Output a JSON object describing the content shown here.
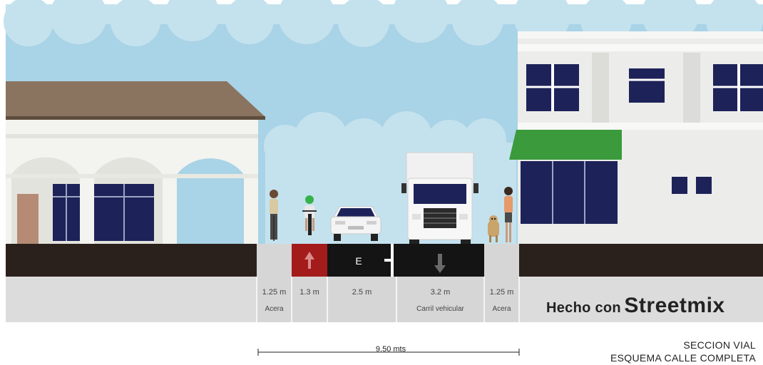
{
  "segments": [
    {
      "width": "1.25 m",
      "label": "Acera",
      "surface": "sidewalk"
    },
    {
      "width": "1.3 m",
      "label": "",
      "surface": "bike-lane",
      "marking": "arrow-up"
    },
    {
      "width": "2.5 m",
      "label": "",
      "surface": "parking-lane",
      "marking": "E"
    },
    {
      "width": "3.2 m",
      "label": "Carril vehicular",
      "surface": "drive-lane",
      "marking": "arrow-down"
    },
    {
      "width": "1.25 m",
      "label": "Acera",
      "surface": "sidewalk"
    }
  ],
  "total_width": "9.50 mts",
  "brand": {
    "prefix": "Hecho con",
    "name": "Streetmix"
  },
  "caption": {
    "line1": "SECCION VIAL",
    "line2": "ESQUEMA CALLE COMPLETA"
  },
  "colors": {
    "sky": "#a9d3e6",
    "cloud": "#c4e2ee",
    "asphalt": "#141414",
    "bike_lane": "#a31b1b",
    "sidewalk": "#d6d6d6",
    "ground": "#2b211c",
    "awning": "#3a9a3c",
    "window": "#1d2358"
  }
}
